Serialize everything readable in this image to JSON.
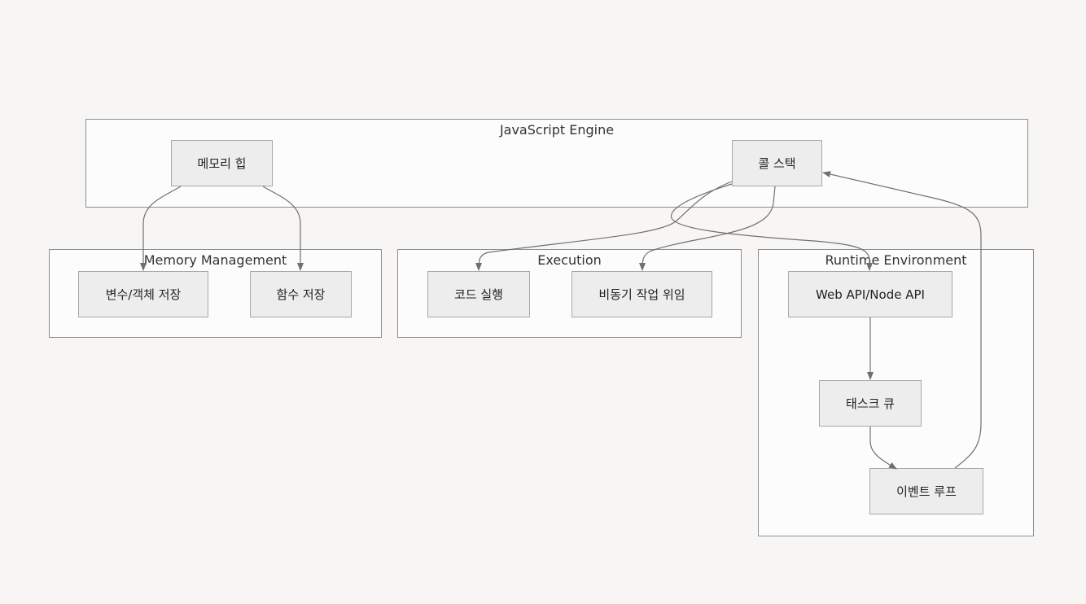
{
  "diagram": {
    "clusters": {
      "engine": "JavaScript Engine",
      "memory": "Memory Management",
      "execution": "Execution",
      "runtime": "Runtime Environment"
    },
    "nodes": {
      "heap": "메모리 힙",
      "callstack": "콜 스택",
      "varstore": "변수/객체 저장",
      "funcstore": "함수 저장",
      "codeexec": "코드 실행",
      "asyncdelegate": "비동기 작업 위임",
      "webapi": "Web API/Node API",
      "taskqueue": "태스크 큐",
      "eventloop": "이벤트 루프"
    },
    "edges": [
      {
        "from": "heap",
        "to": "varstore"
      },
      {
        "from": "heap",
        "to": "funcstore"
      },
      {
        "from": "callstack",
        "to": "codeexec"
      },
      {
        "from": "callstack",
        "to": "asyncdelegate"
      },
      {
        "from": "callstack",
        "to": "webapi"
      },
      {
        "from": "webapi",
        "to": "taskqueue"
      },
      {
        "from": "taskqueue",
        "to": "eventloop"
      },
      {
        "from": "eventloop",
        "to": "callstack"
      }
    ],
    "colors": {
      "background": "#f7f6f4",
      "cluster_fill": "#fcfcfc",
      "cluster_border": "#8f8f8f",
      "node_fill": "#ededed",
      "node_border": "#a8a8a8",
      "edge": "#707070"
    }
  }
}
